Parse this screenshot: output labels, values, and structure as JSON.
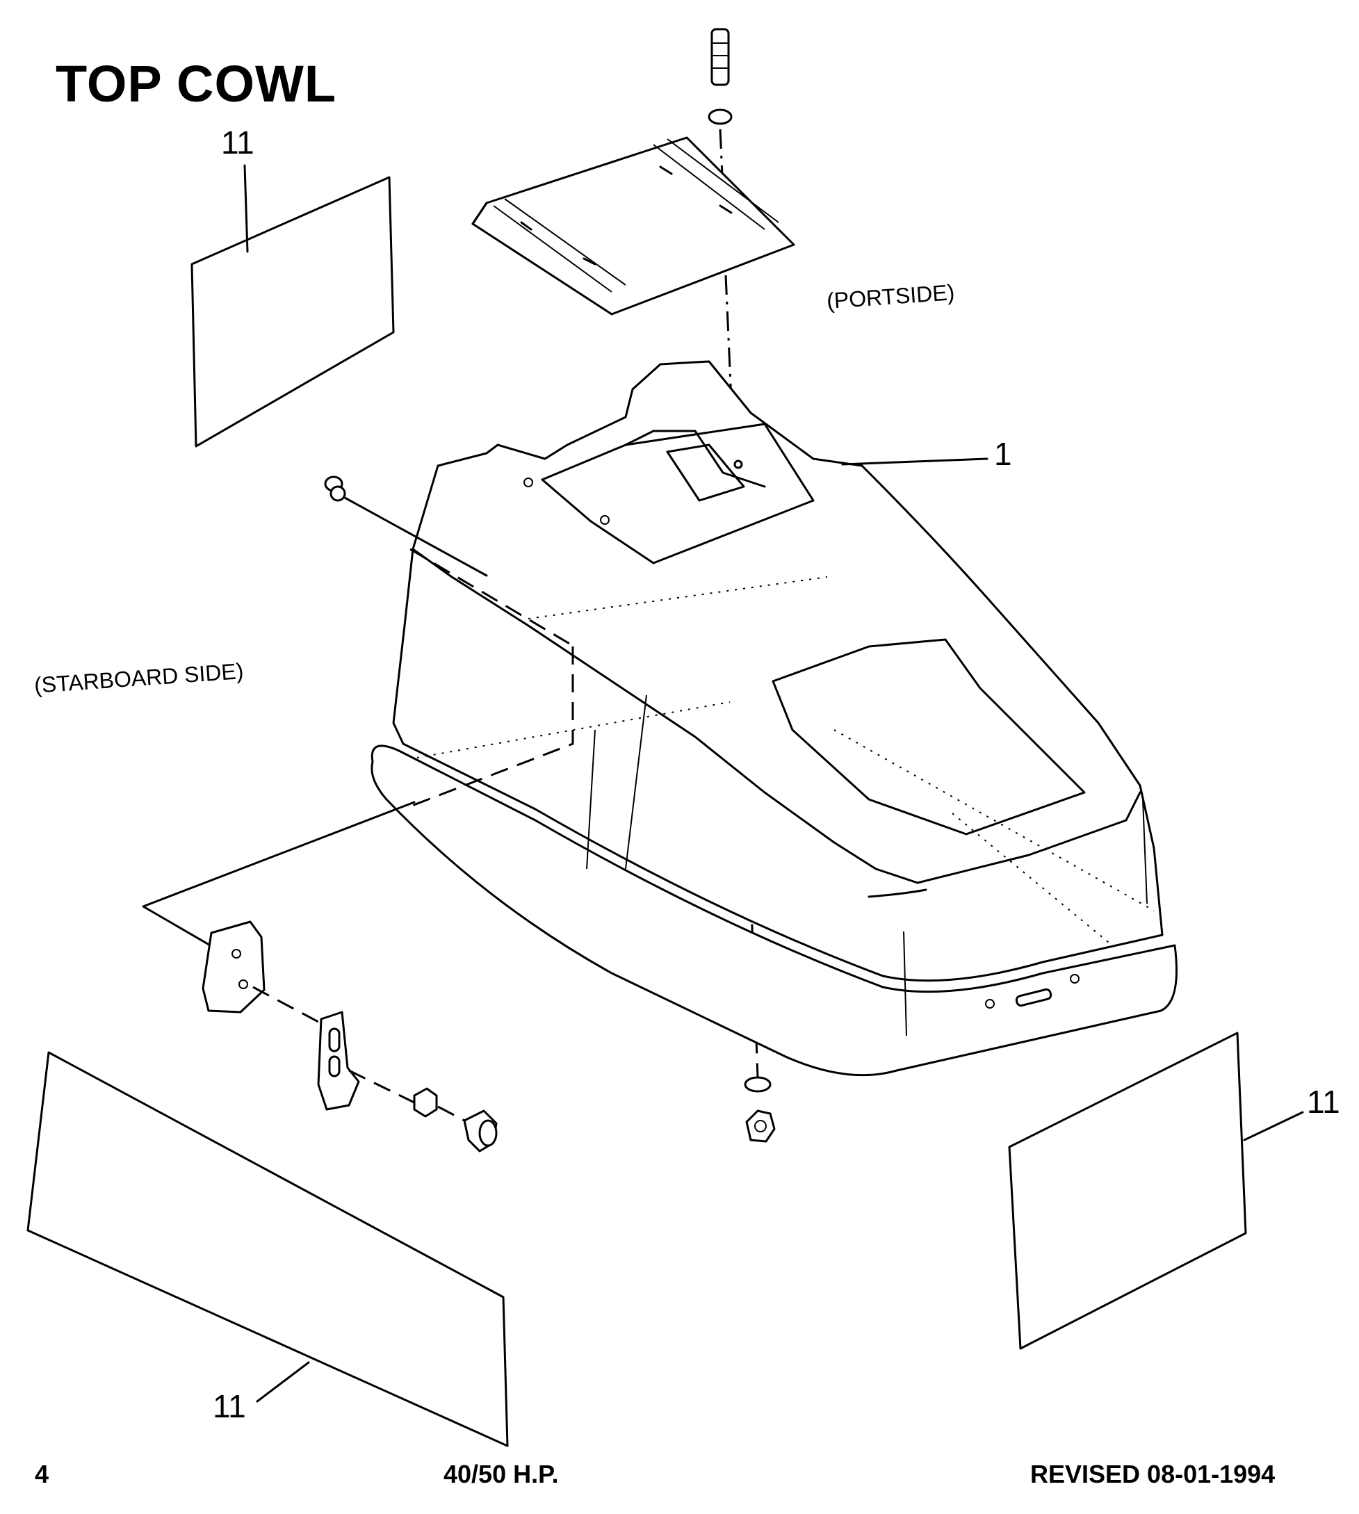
{
  "title": "TOP COWL",
  "labels": {
    "portside": "(PORTSIDE)",
    "starboard": "(STARBOARD SIDE)"
  },
  "callouts": {
    "decal_top_left": "11",
    "cowl": "1",
    "decal_right": "11",
    "decal_bottom": "11"
  },
  "footer": {
    "page_number": "4",
    "model": "40/50 H.P.",
    "revision": "REVISED 08-01-1994"
  }
}
